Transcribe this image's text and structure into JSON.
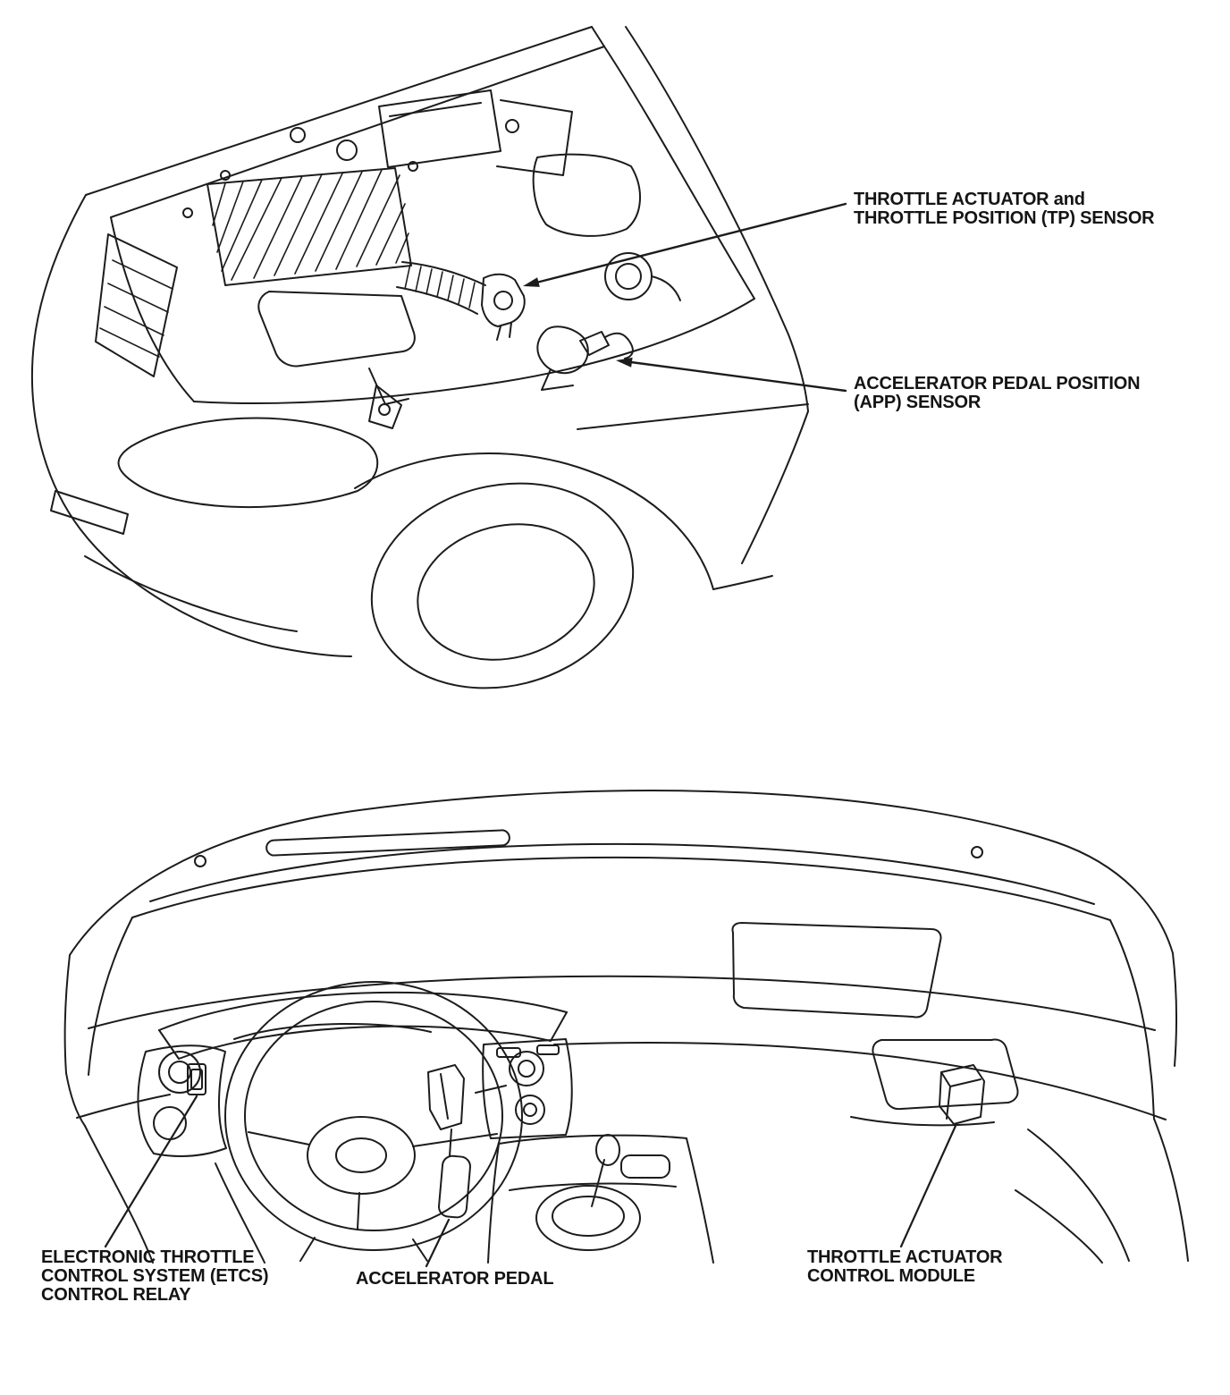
{
  "colors": {
    "line": "#1c1c1c",
    "background": "#ffffff",
    "text": "#141414"
  },
  "engine_bay_view": {
    "description": "engine-compartment-component-location-drawing",
    "labels": [
      {
        "id": "throttle-actuator-tp-sensor",
        "lines": [
          "THROTTLE ACTUATOR and",
          "THROTTLE POSITION (TP) SENSOR"
        ]
      },
      {
        "id": "app-sensor",
        "lines": [
          "ACCELERATOR PEDAL POSITION",
          "(APP) SENSOR"
        ]
      }
    ]
  },
  "interior_view": {
    "description": "dashboard-interior-component-location-drawing",
    "labels": [
      {
        "id": "etcs-control-relay",
        "lines": [
          "ELECTRONIC THROTTLE",
          "CONTROL SYSTEM (ETCS)",
          "CONTROL RELAY"
        ]
      },
      {
        "id": "accelerator-pedal",
        "lines": [
          "ACCELERATOR PEDAL"
        ]
      },
      {
        "id": "throttle-actuator-control-module",
        "lines": [
          "THROTTLE ACTUATOR",
          "CONTROL MODULE"
        ]
      }
    ]
  }
}
